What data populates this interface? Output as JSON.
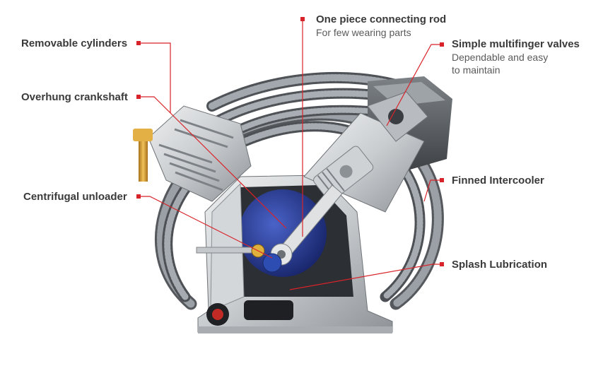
{
  "callouts": {
    "removable_cylinders": {
      "title": "Removable cylinders"
    },
    "overhung_crankshaft": {
      "title": "Overhung crankshaft"
    },
    "centrifugal_unloader": {
      "title": "Centrifugal unloader"
    },
    "connecting_rod": {
      "title": "One piece connecting rod",
      "subtitle": "For few wearing parts"
    },
    "multifinger_valves": {
      "title": "Simple multifinger valves",
      "subtitle_line1": "Dependable and easy",
      "subtitle_line2": "to maintain"
    },
    "finned_intercooler": {
      "title": "Finned Intercooler"
    },
    "splash_lubrication": {
      "title": "Splash Lubrication"
    }
  },
  "colors": {
    "leader": "#d8232a",
    "title_text": "#3a3a3a",
    "subtitle_text": "#5a5a5a",
    "metal_light": "#d9dbdd",
    "metal_dark": "#8a8e92",
    "cutaway_blue": "#2a3f9a",
    "valve_brass": "#d6a33a"
  }
}
